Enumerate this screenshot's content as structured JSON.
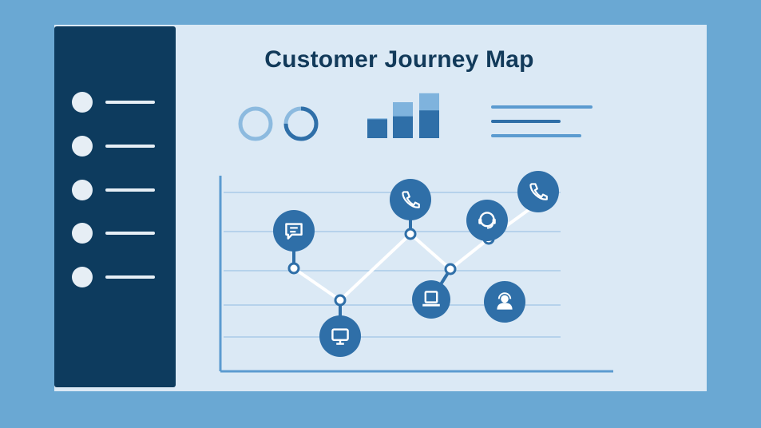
{
  "title": "Customer Journey Map",
  "sidebar": {
    "items": [
      {
        "icon": "circle-bullet"
      },
      {
        "icon": "circle-bullet"
      },
      {
        "icon": "circle-bullet"
      },
      {
        "icon": "circle-bullet"
      },
      {
        "icon": "circle-bullet"
      }
    ]
  },
  "header_widgets": {
    "rings": [
      {
        "fill_fraction": 0
      },
      {
        "fill_fraction": 0.75
      }
    ],
    "bars": [
      {
        "level": 0.55,
        "total": 0.55
      },
      {
        "level": 0.7,
        "total": 1.0
      },
      {
        "level": 1.0,
        "total": 1.25
      }
    ],
    "lines": 3
  },
  "journey": {
    "touchpoints": [
      {
        "icon": "chat-icon",
        "level": 0.52
      },
      {
        "icon": "monitor-icon",
        "level": 0.3
      },
      {
        "icon": "phone-icon",
        "level": 0.7
      },
      {
        "icon": "laptop-icon",
        "level": 0.52
      },
      {
        "icon": "headset-icon",
        "level": 0.66
      },
      {
        "icon": "phone-icon",
        "level": 0.78
      }
    ],
    "extra_icons": [
      {
        "icon": "agent-icon"
      }
    ]
  },
  "colors": {
    "background": "#6aa8d3",
    "panel": "#dbe9f5",
    "sidebar": "#0d3b5e",
    "accent": "#2f6fa8",
    "accent_light": "#8cbadf",
    "title": "#123a5a"
  }
}
